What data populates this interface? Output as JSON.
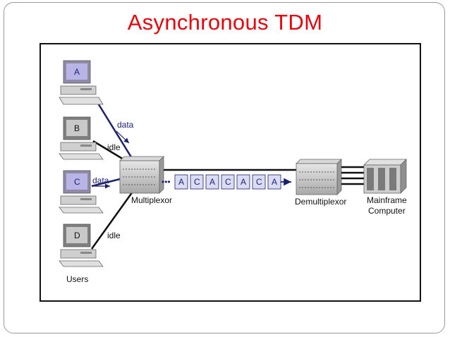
{
  "slide": {
    "title": "Asynchronous TDM"
  },
  "diagram": {
    "users": [
      "A",
      "B",
      "C",
      "D"
    ],
    "users_label": "Users",
    "data_label": "data",
    "idle_label": "idle",
    "multiplexor_label": "Multiplexor",
    "demultiplexor_label": "Demultiplexor",
    "mainframe_label_line1": "Mainframe",
    "mainframe_label_line2": "Computer",
    "stream_ellipsis": "•••",
    "stream_cells": [
      "A",
      "C",
      "A",
      "C",
      "A",
      "C",
      "A"
    ],
    "colors": {
      "title": "#e8000b",
      "active_line": "#1c1f6e",
      "idle_line": "#111111",
      "screen_active": "#b9b4e6",
      "screen_idle": "#c9c9c9",
      "cell_fill": "#d9dcf2"
    }
  }
}
